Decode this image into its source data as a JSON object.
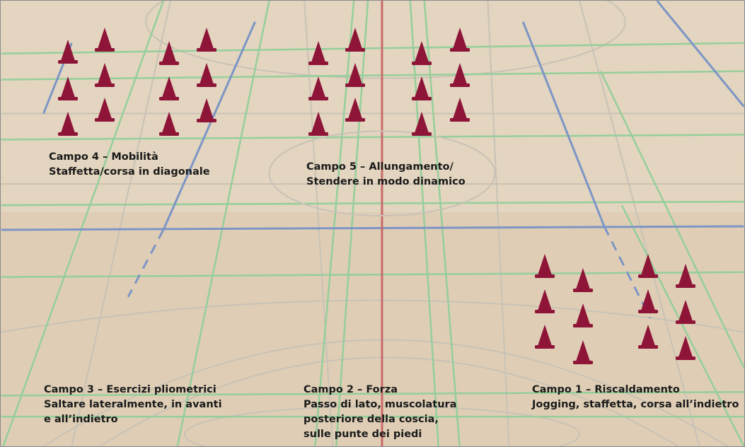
{
  "fields": [
    {
      "id": "campo-4",
      "lines": [
        "Campo 4 – Mobilità",
        "Staffetta/corsa in diagonale"
      ]
    },
    {
      "id": "campo-5",
      "lines": [
        "Campo 5 – Allungamento/",
        "Stendere in modo dinamico"
      ]
    },
    {
      "id": "campo-3",
      "lines": [
        "Campo 3 – Esercizi pliometrici",
        "Saltare lateralmente, in avanti",
        "e all’indietro"
      ]
    },
    {
      "id": "campo-2",
      "lines": [
        "Campo 2 – Forza",
        "Passo di lato, muscolatura",
        "posteriore della coscia,",
        "sulle punte dei piedi"
      ]
    },
    {
      "id": "campo-1",
      "lines": [
        "Campo 1 – Riscaldamento",
        "Jogging, staffetta, corsa all’indietro"
      ]
    }
  ],
  "colors": {
    "cone": "#8e1538",
    "floor_line_green": "#8fcf98",
    "floor_line_blue": "#7b93c4",
    "center_line": "#c96a6a"
  },
  "icon": "cone-icon"
}
